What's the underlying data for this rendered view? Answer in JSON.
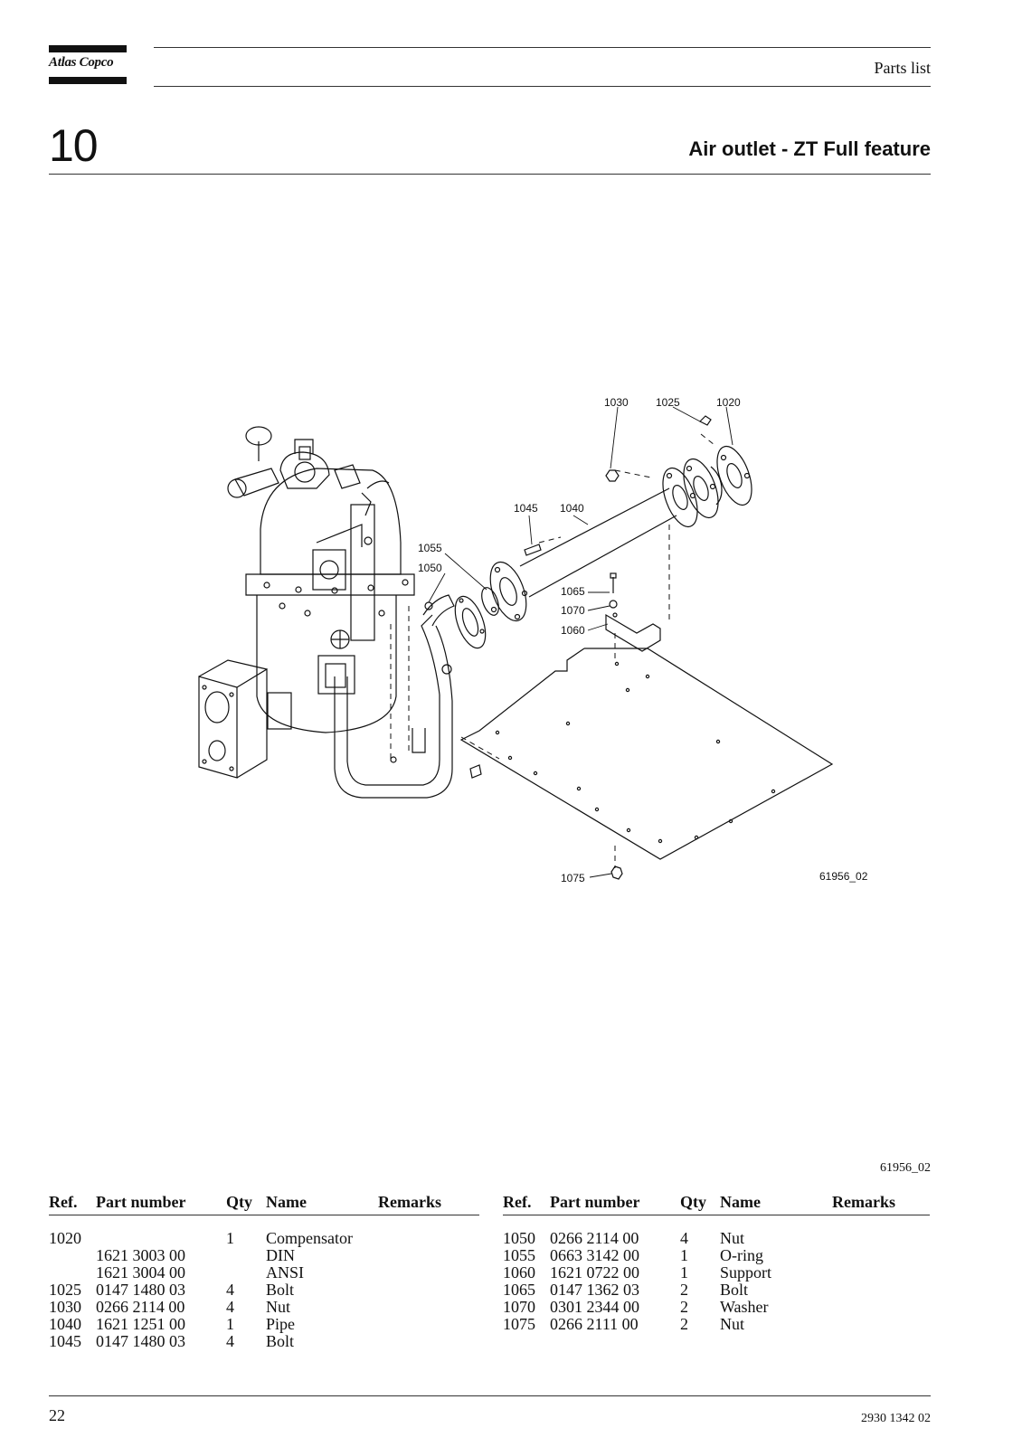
{
  "header": {
    "logo_text": "Atlas Copco",
    "section_label": "Parts list",
    "chapter_number": "10",
    "chapter_title": "Air outlet - ZT Full feature"
  },
  "drawing": {
    "callouts": [
      "1030",
      "1025",
      "1020",
      "1045",
      "1040",
      "1055",
      "1050",
      "1065",
      "1070",
      "1060",
      "1075"
    ],
    "drawing_id": "61956_02"
  },
  "figure_ref": "61956_02",
  "parts_table": {
    "headers": {
      "ref": "Ref.",
      "part_number": "Part number",
      "qty": "Qty",
      "name": "Name",
      "remarks": "Remarks"
    },
    "left_rows": [
      {
        "ref": "1020",
        "part_number": "",
        "qty": "1",
        "name": "Compensator",
        "remarks": ""
      },
      {
        "ref": "",
        "part_number": "1621 3003 00",
        "qty": "",
        "name": "DIN",
        "remarks": ""
      },
      {
        "ref": "",
        "part_number": "1621 3004 00",
        "qty": "",
        "name": "ANSI",
        "remarks": ""
      },
      {
        "ref": "1025",
        "part_number": "0147 1480 03",
        "qty": "4",
        "name": "Bolt",
        "remarks": ""
      },
      {
        "ref": "1030",
        "part_number": "0266 2114 00",
        "qty": "4",
        "name": "Nut",
        "remarks": ""
      },
      {
        "ref": "1040",
        "part_number": "1621 1251 00",
        "qty": "1",
        "name": "Pipe",
        "remarks": ""
      },
      {
        "ref": "1045",
        "part_number": "0147 1480 03",
        "qty": "4",
        "name": "Bolt",
        "remarks": ""
      }
    ],
    "right_rows": [
      {
        "ref": "1050",
        "part_number": "0266 2114 00",
        "qty": "4",
        "name": "Nut",
        "remarks": ""
      },
      {
        "ref": "1055",
        "part_number": "0663 3142 00",
        "qty": "1",
        "name": "O-ring",
        "remarks": ""
      },
      {
        "ref": "1060",
        "part_number": "1621 0722 00",
        "qty": "1",
        "name": "Support",
        "remarks": ""
      },
      {
        "ref": "1065",
        "part_number": "0147 1362 03",
        "qty": "2",
        "name": "Bolt",
        "remarks": ""
      },
      {
        "ref": "1070",
        "part_number": "0301 2344 00",
        "qty": "2",
        "name": "Washer",
        "remarks": ""
      },
      {
        "ref": "1075",
        "part_number": "0266 2111 00",
        "qty": "2",
        "name": "Nut",
        "remarks": ""
      }
    ]
  },
  "footer": {
    "page_number": "22",
    "doc_number": "2930 1342 02"
  }
}
